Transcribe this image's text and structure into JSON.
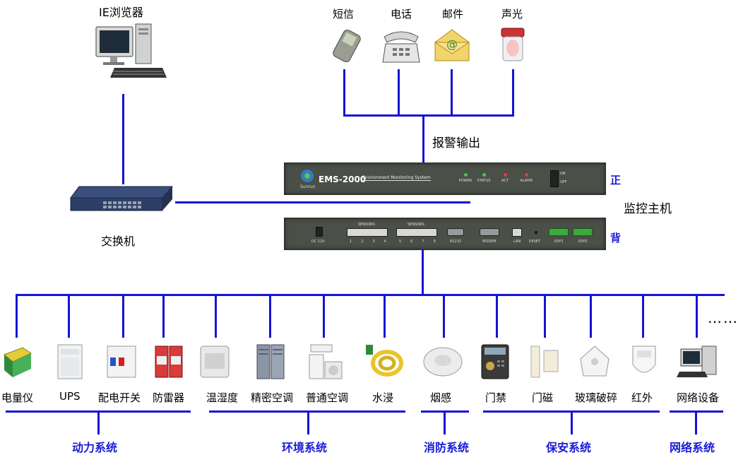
{
  "top": {
    "browser_label": "IE浏览器",
    "alarm_outputs": [
      "短信",
      "电话",
      "邮件",
      "声光"
    ],
    "alarm_output_title": "报警输出"
  },
  "host": {
    "front_tag": "正",
    "back_tag": "背",
    "title": "监控主机",
    "model": "EMS-2000",
    "subtitle": "Environment Monitoring System",
    "brand": "Sunrun",
    "leds": [
      "POWER",
      "STATUS",
      "ACT",
      "ALARM"
    ],
    "switch_on": "ON",
    "switch_off": "OFF",
    "dc_label": "DC 12V",
    "sensors_label": "SENSORS",
    "sensor_ports_a": [
      "1",
      "2",
      "3",
      "4"
    ],
    "sensor_ports_b": [
      "5",
      "6",
      "7",
      "8"
    ],
    "rs232": "RS232",
    "modem": "MODEM",
    "lan": "LAN",
    "reset": "RESET",
    "exp1": "EXP1",
    "exp2": "EXP2"
  },
  "switch_label": "交换机",
  "devices": [
    "电量仪",
    "UPS",
    "配电开关",
    "防雷器",
    "温湿度",
    "精密空调",
    "普通空调",
    "水浸",
    "烟感",
    "门禁",
    "门磁",
    "玻璃破碎",
    "红外",
    "网络设备"
  ],
  "ellipsis": "……",
  "groups": [
    "动力系统",
    "环境系统",
    "消防系统",
    "保安系统",
    "网络系统"
  ],
  "colors": {
    "line": "#1414d2",
    "group_text": "#1a1ad6",
    "panel": "#4a4f48"
  }
}
